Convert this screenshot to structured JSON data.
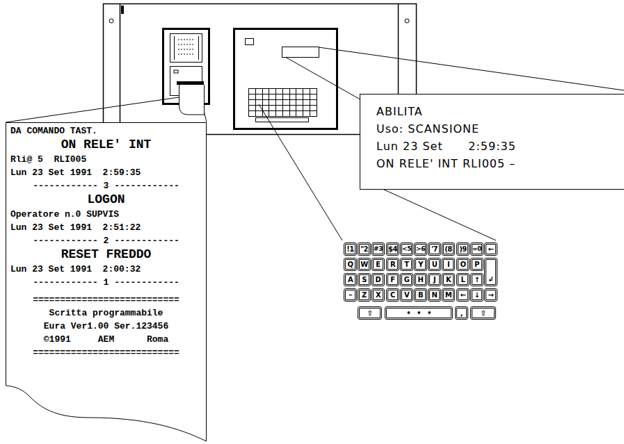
{
  "diagram": {
    "nodes": [
      {
        "text": [
          "DA COMANDO TAST.",
          "ON RELE' INT",
          "Rli@ 5  RLI005",
          "Lun 23 Set 1991  2:59:35",
          "------------ 3 ------------",
          "LOGON",
          "Operatore n.0 SUPVIS",
          "Lun 23 Set 1991  2:51:22",
          "------------ 2 ------------",
          "RESET FREDDO",
          "Lun 23 Set 1991  2:00:32",
          "------------ 1 ------------",
          "===========================",
          "Scritta programmabile",
          "Eura Ver1.00 Ser.123456",
          "©1991     AEM      Roma",
          "==========================="
        ]
      },
      {
        "text": [
          "ABILITA",
          "Uso: SCANSIONE",
          "Lun 23 Set      2:59:35",
          "ON RELE' INT RLI005 –"
        ]
      }
    ],
    "labels": [
      "!1",
      "\"2",
      "#3",
      "$4",
      "<5",
      ">6",
      "'7",
      "(8",
      ")9",
      "=0",
      "←",
      "Q",
      "W",
      "E",
      "R",
      "T",
      "Y",
      "U",
      "I",
      "O",
      "P",
      "↲",
      "A",
      "S",
      "D",
      "F",
      "G",
      "H",
      "J",
      "K",
      "L",
      "↑",
      "–",
      "Z",
      "X",
      "C",
      "V",
      "B",
      "N",
      "M",
      "←",
      "↓",
      "→",
      "⇧",
      "•   •   •",
      ",",
      "⇧"
    ]
  }
}
